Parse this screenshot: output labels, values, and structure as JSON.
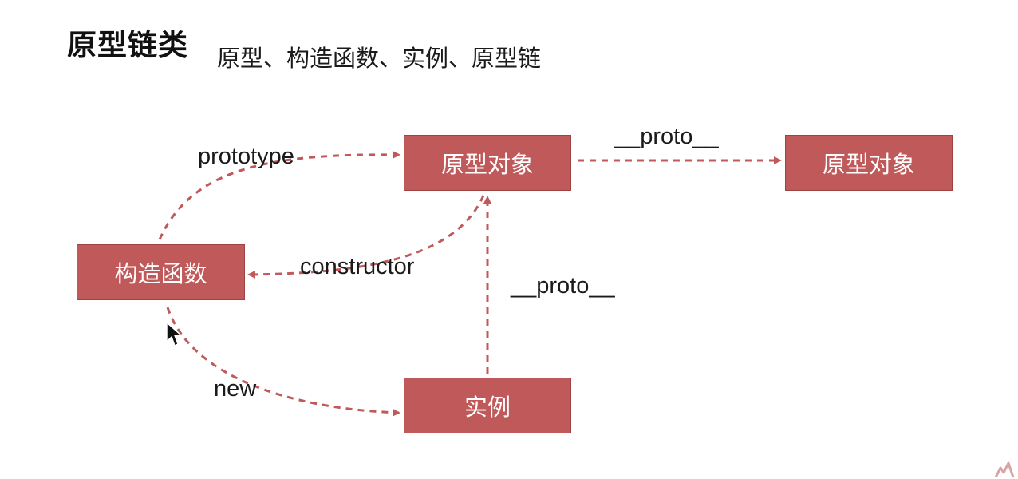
{
  "title": "原型链类",
  "subtitle": "原型、构造函数、实例、原型链",
  "nodes": {
    "prototype_object_1": "原型对象",
    "prototype_object_2": "原型对象",
    "constructor": "构造函数",
    "instance": "实例"
  },
  "edges": {
    "constructor_to_prototype": "prototype",
    "prototype_chain_top": "__proto__",
    "prototype_to_constructor": "constructor",
    "instance_to_prototype": "__proto__",
    "constructor_to_instance": "new"
  },
  "colors": {
    "node_fill": "#c0595a",
    "edge": "#c0595a",
    "text": "#1a1a1a"
  }
}
